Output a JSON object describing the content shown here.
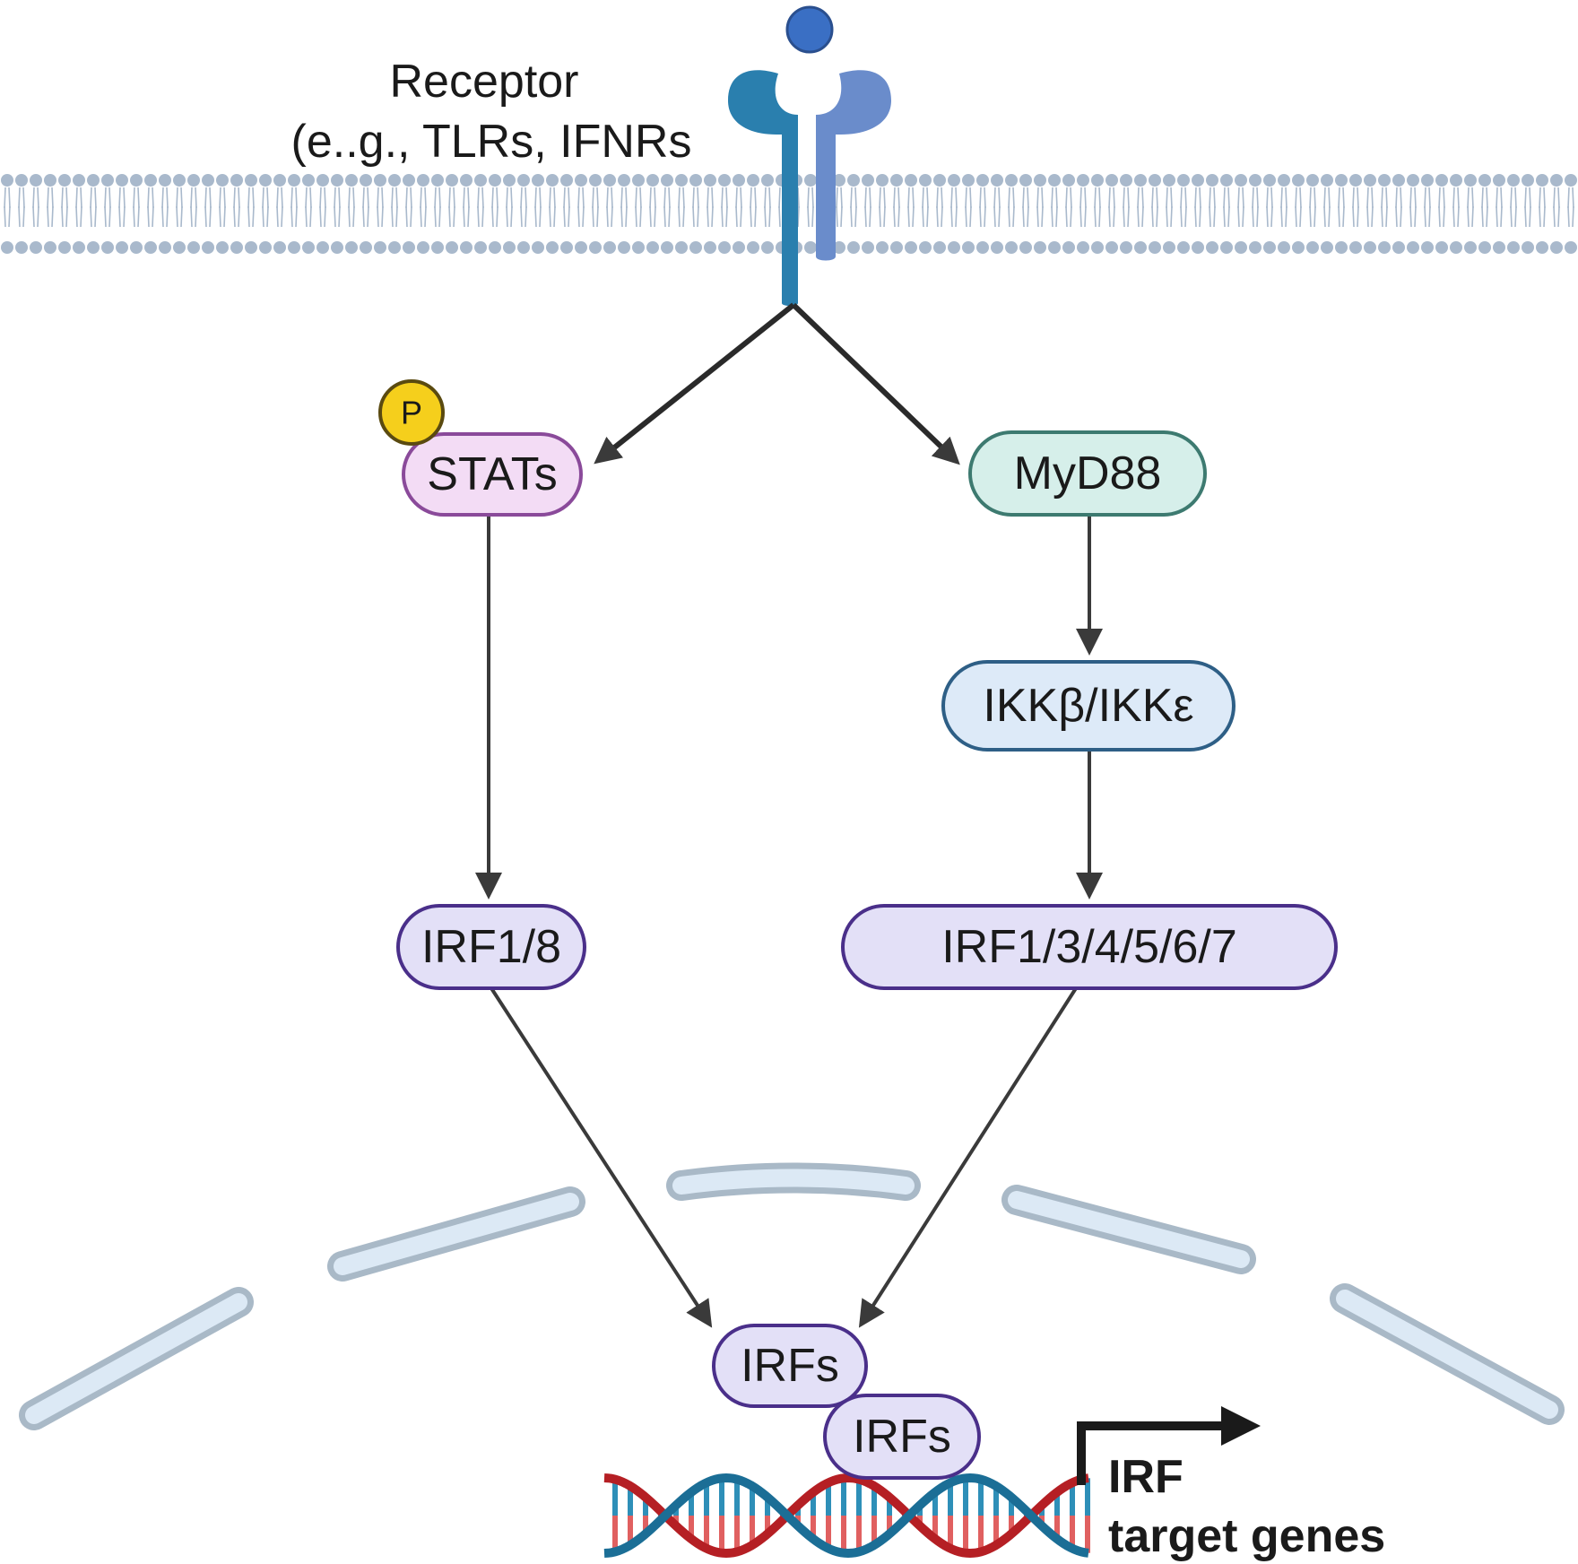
{
  "receptor": {
    "line1": "Receptor",
    "line2": "(e..g., TLRs,  IFNRs"
  },
  "nodes": {
    "stats": "STATs",
    "phospho": "P",
    "myd88": "MyD88",
    "ikk": "IKKβ/IKKε",
    "irf18": "IRF1/8",
    "irf134567": "IRF1/3/4/5/6/7",
    "irfs_top": "IRFs",
    "irfs_bottom": "IRFs"
  },
  "genes": {
    "line1": "IRF",
    "line2": "target genes"
  },
  "colors": {
    "membrane": "#a9b9cc",
    "receptor_dark": "#2a7fae",
    "receptor_light": "#6a8ccb",
    "ligand": "#3a6fc4",
    "stats_fill": "#f3dcf5",
    "stats_stroke": "#8a4a9a",
    "myd88_fill": "#d6efea",
    "myd88_stroke": "#3d7a70",
    "ikk_fill": "#ddeaf8",
    "ikk_stroke": "#2e5f86",
    "irf_fill": "#e3e0f7",
    "irf_stroke": "#4a2f8a",
    "phospho_fill": "#f5cf1c",
    "arrow": "#3a3a3a",
    "nucleus_fill": "#dce9f5",
    "nucleus_stroke": "#a9b9c7",
    "dna_blue": "#1b6e96",
    "dna_red": "#b51f24"
  }
}
